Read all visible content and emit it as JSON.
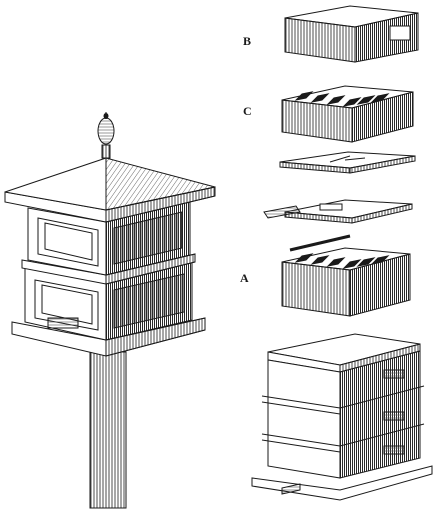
{
  "labels": {
    "b": "B",
    "c": "C",
    "a": "A"
  },
  "colors": {
    "ink": "#1a1a1a",
    "paper": "#ffffff",
    "hatch": "#3a3a3a"
  }
}
